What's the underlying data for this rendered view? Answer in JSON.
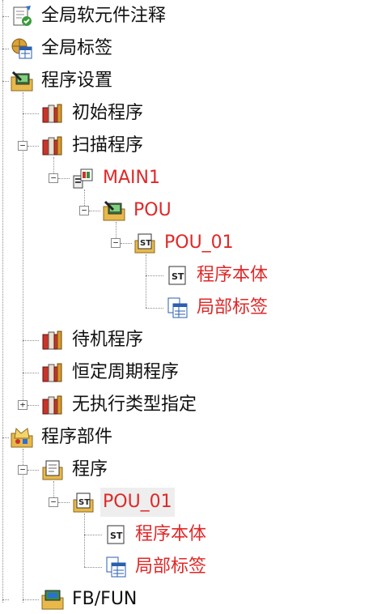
{
  "tree": {
    "global_comments": "全局软元件注释",
    "global_labels": "全局标签",
    "program_settings": "程序设置",
    "initial_program": "初始程序",
    "scan_program": "扫描程序",
    "main1": "MAIN1",
    "pou": "POU",
    "pou_01_a": "POU_01",
    "program_body_a": "程序本体",
    "local_labels_a": "局部标签",
    "standby_program": "待机程序",
    "fixed_cycle_program": "恒定周期程序",
    "no_execution_type": "无执行类型指定",
    "program_parts": "程序部件",
    "program": "程序",
    "pou_01_b": "POU_01",
    "program_body_b": "程序本体",
    "local_labels_b": "局部标签",
    "fb_fun": "FB/FUN"
  },
  "icons": {
    "global_comments": "document-check-icon",
    "global_labels": "globe-label-icon",
    "program_settings": "program-settings-icon",
    "initial_program": "program-book-icon",
    "scan_program": "program-book-icon",
    "main1": "program-file-icon",
    "pou": "pou-folder-icon",
    "pou_01": "st-block-icon",
    "program_body": "st-document-icon",
    "local_labels": "label-table-icon",
    "program_parts": "parts-folder-icon",
    "fb_fun": "fb-fun-icon"
  },
  "colors": {
    "highlight_text": "#e02828",
    "normal_text": "#111111",
    "selection_bg": "#eeeeee"
  }
}
